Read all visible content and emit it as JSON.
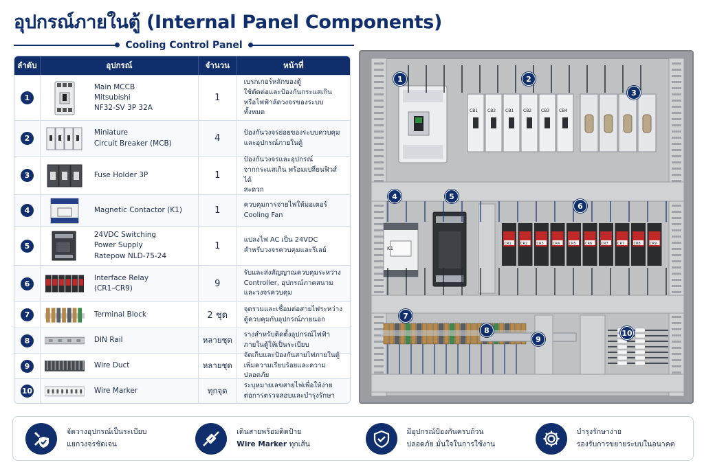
{
  "header": {
    "title": "อุปกรณ์ภายในตู้ (Internal Panel Components)",
    "subtitle": "Cooling Control Panel"
  },
  "table": {
    "headers": [
      "ลำดับ",
      "อุปกรณ์",
      "จำนวน",
      "หน้าที่"
    ],
    "rows": [
      {
        "no": "1",
        "name": "Main MCCB\nMitsubishi\nNF32-SV 3P 32A",
        "qty": "1",
        "func": "เบรกเกอร์หลักของตู้\nใช้ตัดต่อและป้องกันกระแสเกิน\nหรือไฟฟ้าลัดวงจรของระบบทั้งหมด"
      },
      {
        "no": "2",
        "name": "Miniature\nCircuit Breaker (MCB)",
        "qty": "4",
        "func": "ป้องกันวงจรย่อยของระบบควบคุม\nและอุปกรณ์ภายในตู้"
      },
      {
        "no": "3",
        "name": "Fuse Holder 3P",
        "qty": "1",
        "func": "ป้องกันวงจรและอุปกรณ์\nจากกระแสเกิน พร้อมเปลี่ยนฟิวส์ได้\nสะดวก"
      },
      {
        "no": "4",
        "name": "Magnetic Contactor (K1)",
        "qty": "1",
        "func": "ควบคุมการจ่ายไฟให้มอเตอร์\nCooling Fan"
      },
      {
        "no": "5",
        "name": "24VDC Switching\nPower Supply\nRatepow NLD-75-24",
        "qty": "1",
        "func": "แปลงไฟ AC เป็น 24VDC\nสำหรับวงจรควบคุมและรีเลย์"
      },
      {
        "no": "6",
        "name": "Interface Relay\n(CR1–CR9)",
        "qty": "9",
        "func": "รับและส่งสัญญาณควบคุมระหว่าง\nController, อุปกรณ์ภาคสนาม\nและวงจรควบคุม"
      },
      {
        "no": "7",
        "name": "Terminal Block",
        "qty": "2 ชุด",
        "func": "จุดรวมและเชื่อมต่อสายไฟระหว่าง\nตู้ควบคุมกับอุปกรณ์ภายนอก"
      },
      {
        "no": "8",
        "name": "DIN Rail",
        "qty": "หลายชุด",
        "func": "รางสำหรับติดตั้งอุปกรณ์ไฟฟ้า\nภายในตู้ให้เป็นระเบียบ"
      },
      {
        "no": "9",
        "name": "Wire Duct",
        "qty": "หลายชุด",
        "func": "จัดเก็บและป้องกันสายไฟภายในตู้\nเพิ่มความเรียบร้อยและความปลอดภัย"
      },
      {
        "no": "10",
        "name": "Wire Marker",
        "qty": "ทุกจุด",
        "func": "ระบุหมายเลขสายไฟเพื่อให้ง่าย\nต่อการตรวจสอบและบำรุงรักษา"
      }
    ]
  },
  "panel": {
    "markers": [
      "1",
      "2",
      "3",
      "4",
      "5",
      "6",
      "7",
      "8",
      "9",
      "10"
    ],
    "mcb_labels": [
      "CB1",
      "CB2",
      "CB1",
      "CB2",
      "CB3",
      "CB4"
    ],
    "relay_labels": [
      "CR1",
      "CR2",
      "CR3",
      "CR4",
      "CR5",
      "CR6",
      "CR7",
      "CR7",
      "CR8",
      "CR9"
    ],
    "contactor_label": "K1"
  },
  "footer": {
    "items": [
      {
        "icon": "tools-shield-icon",
        "line1": "จัดวางอุปกรณ์เป็นระเบียบ",
        "line2": "แยกวงจรชัดเจน"
      },
      {
        "icon": "wire-marker-icon",
        "line1": "เดินสายพร้อมติดป้าย",
        "line2_bold": "Wire Marker",
        "line2_rest": " ทุกเส้น"
      },
      {
        "icon": "shield-check-icon",
        "line1": "มีอุปกรณ์ป้องกันครบถ้วน",
        "line2": "ปลอดภัย มั่นใจในการใช้งาน"
      },
      {
        "icon": "gear-icon",
        "line1": "บำรุงรักษาง่าย",
        "line2": "รองรับการขยายระบบในอนาคต"
      }
    ]
  },
  "colors": {
    "navy": "#0f2e6b",
    "relay_red": "#c0282a",
    "panel_grey": "#bfc1c3"
  }
}
